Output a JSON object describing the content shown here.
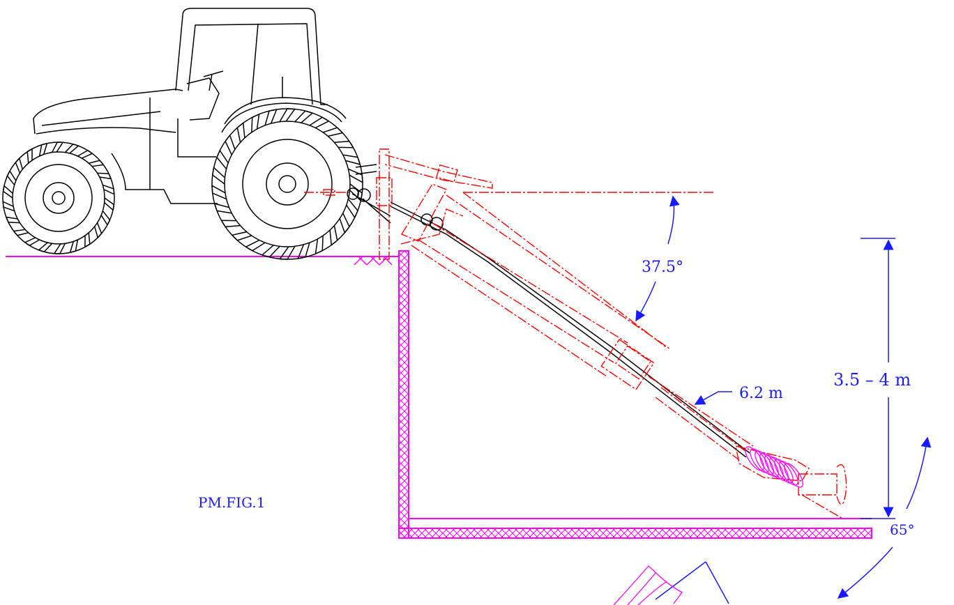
{
  "figure": {
    "caption": "PM.FIG.1",
    "dimensions": {
      "arm_angle": "37.5°",
      "arm_length": "6.2 m",
      "pit_depth": "3.5 – 4 m",
      "head_angle": "65°"
    }
  },
  "colors": {
    "tractor": "#000000",
    "arm": "#ff0000",
    "pit": "#ff00ff",
    "dimension": "#1a1aff"
  }
}
